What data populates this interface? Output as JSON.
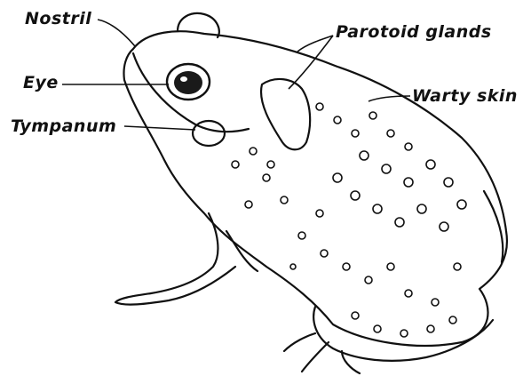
{
  "labels": {
    "nostril": "Nostril",
    "eye": "Eye",
    "tympanum": "Tympanum",
    "parotoid": "Parotoid glands",
    "warty_skin": "Warty skin"
  },
  "colors": {
    "ink": "#111111",
    "paper": "#ffffff",
    "eye_dark": "#1a1a1a"
  }
}
